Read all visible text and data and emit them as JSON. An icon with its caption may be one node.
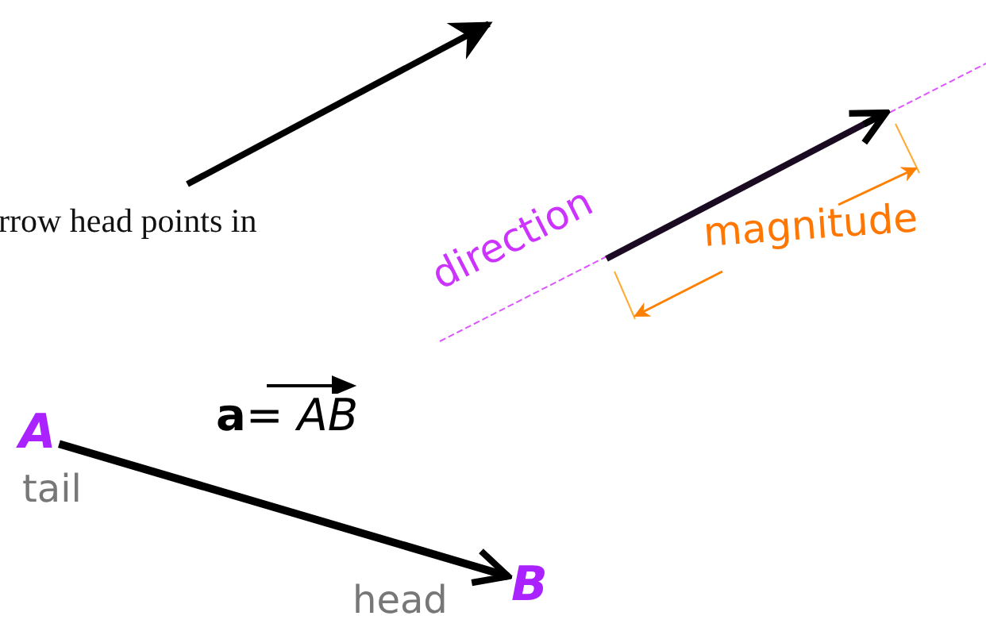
{
  "diagram": {
    "nodes": [
      {
        "text": [
          "A"
        ],
        "beside": [
          "tail"
        ]
      },
      {
        "text": [
          "B"
        ],
        "beside": [
          "head"
        ]
      }
    ],
    "edges": [
      {
        "from": 0,
        "to": 1,
        "arrow": "to",
        "label": "**a**= *AB*"
      }
    ],
    "labels": [
      "rrow head points in",
      "direction",
      "magnitude"
    ]
  }
}
